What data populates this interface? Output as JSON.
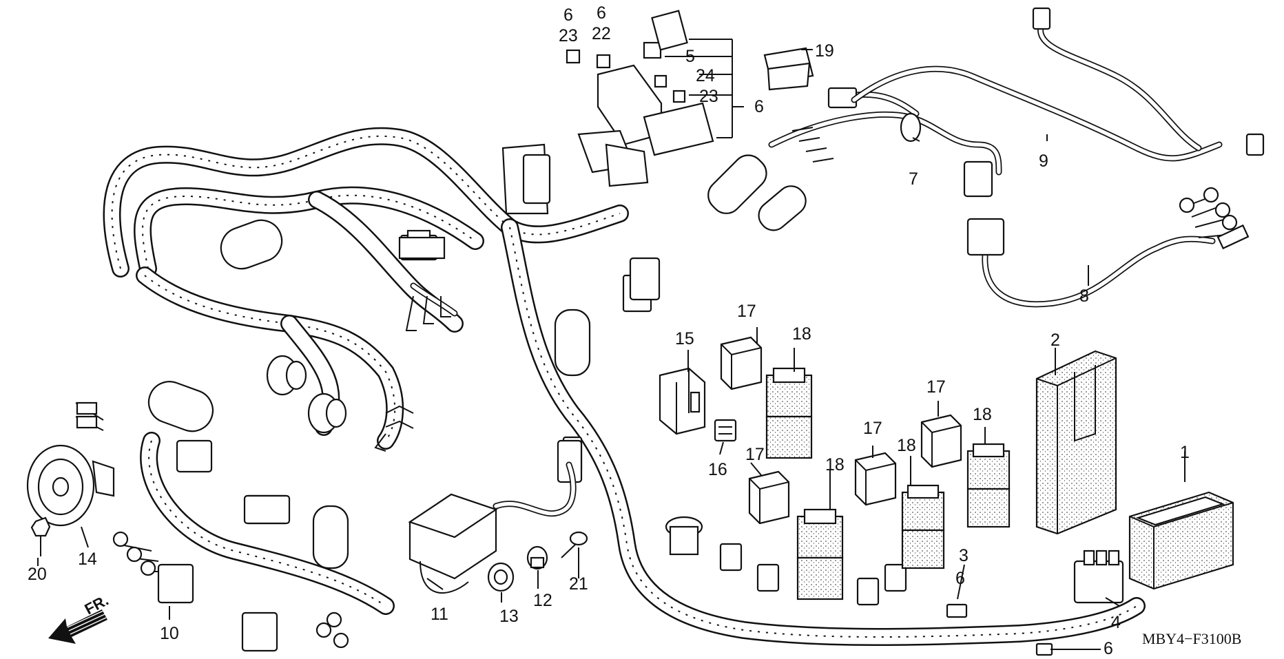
{
  "diagram_code": "MBY4−F3100B",
  "direction_label": "FR.",
  "callouts": {
    "c1": "1",
    "c2": "2",
    "c3": "3",
    "c4": "4",
    "c5": "5",
    "c6_top_a": "6",
    "c6_top_b": "6",
    "c6_right": "6",
    "c6_mid": "6",
    "c6_bottom": "6",
    "c7": "7",
    "c8": "8",
    "c9": "9",
    "c10": "10",
    "c11": "11",
    "c12": "12",
    "c13": "13",
    "c14": "14",
    "c15": "15",
    "c16": "16",
    "c17_a": "17",
    "c17_b": "17",
    "c17_c": "17",
    "c17_d": "17",
    "c18_a": "18",
    "c18_b": "18",
    "c18_c": "18",
    "c18_d": "18",
    "c19": "19",
    "c20": "20",
    "c21": "21",
    "c22": "22",
    "c23_a": "23",
    "c23_b": "23",
    "c24": "24"
  },
  "icons": {
    "arrow": "front-direction-arrow-icon",
    "horn": "horn-icon",
    "bolt": "bolt-icon",
    "relay": "relay-icon",
    "fuse": "fuse-icon"
  }
}
